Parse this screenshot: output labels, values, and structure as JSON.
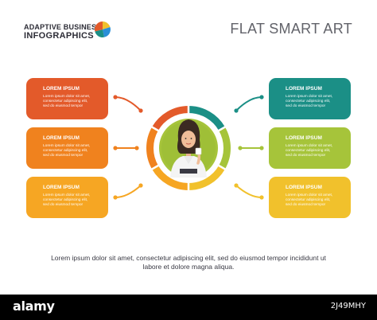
{
  "header": {
    "logo_line1": "ADAPTIVE BUSINESS",
    "logo_line2": "INFOGRAPHICS",
    "title": "FLAT SMART ART"
  },
  "boxes": [
    {
      "side": "left",
      "title": "LOREM IPSUM",
      "text": "Lorem ipsum dolor sit amet,\nconsectetur adipiscing elit,\nsed do eiusmod tempor",
      "color": "#e35a2a"
    },
    {
      "side": "left",
      "title": "LOREM IPSUM",
      "text": "Lorem ipsum dolor sit amet,\nconsectetur adipiscing elit,\nsed do eiusmod tempor",
      "color": "#f0821e"
    },
    {
      "side": "left",
      "title": "LOREM IPSUM",
      "text": "Lorem ipsum dolor sit amet,\nconsectetur adipiscing elit,\nsed do eiusmod tempor",
      "color": "#f6a623"
    },
    {
      "side": "right",
      "title": "LOREM IPSUM",
      "text": "Lorem ipsum dolor sit amet,\nconsectetur adipiscing elit,\nsed do eiusmod tempor",
      "color": "#1b8f86"
    },
    {
      "side": "right",
      "title": "LOREM IPSUM",
      "text": "Lorem ipsum dolor sit amet,\nconsectetur adipiscing elit,\nsed do eiusmod tempor",
      "color": "#a6c43a"
    },
    {
      "side": "right",
      "title": "LOREM IPSUM",
      "text": "Lorem ipsum dolor sit amet,\nconsectetur adipiscing elit,\nsed do eiusmod tempor",
      "color": "#f1c12c"
    }
  ],
  "caption": "Lorem ipsum dolor sit amet, consectetur adipiscing elit, sed do eiusmod tempor incididunt ut labore et dolore magna aliqua.",
  "ring_colors": [
    "#1b8f86",
    "#a6c43a",
    "#f1c12c",
    "#f6a623",
    "#f0821e",
    "#e35a2a"
  ],
  "center_figure": "businesswoman-illustration",
  "watermark": {
    "brand": "alamy",
    "stock_id": "2J49MHY"
  }
}
